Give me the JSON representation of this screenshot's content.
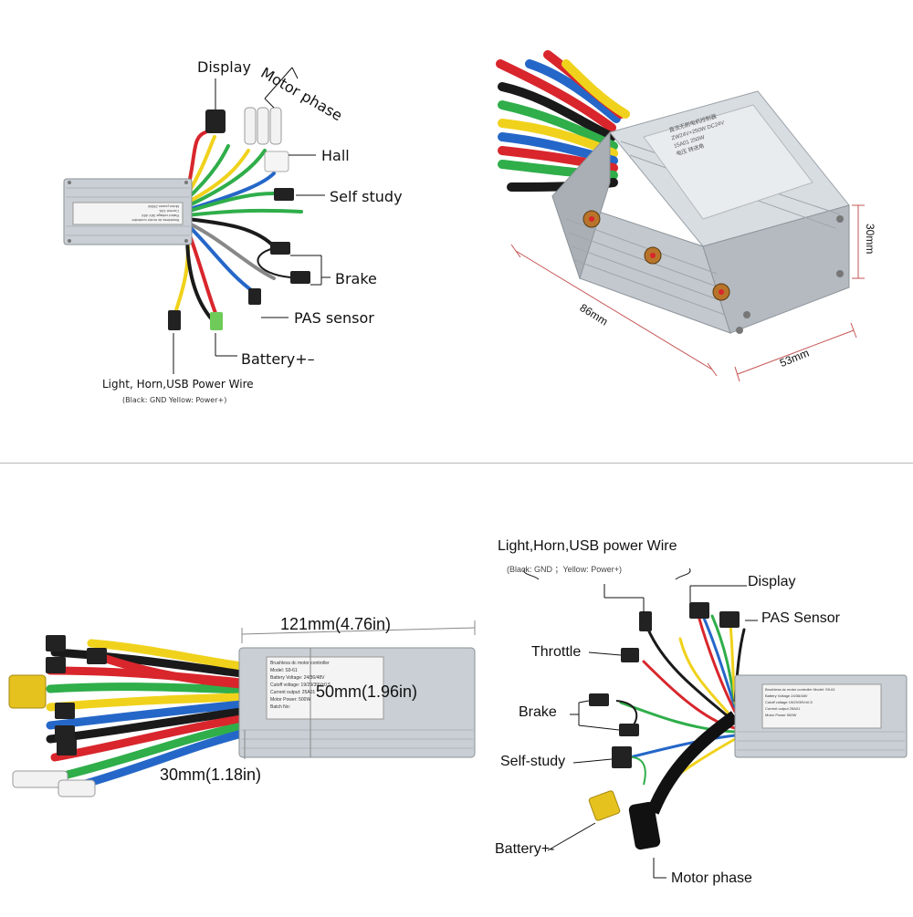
{
  "panels": {
    "top_left": {
      "labels": {
        "display": "Display",
        "motor_phase": "Motor phase",
        "hall": "Hall",
        "self_study": "Self study",
        "brake": "Brake",
        "pas_sensor": "PAS sensor",
        "battery": "Battery+–",
        "light_wire": "Light, Horn,USB Power Wire",
        "light_wire_note": "(Black: GND Yellow: Power+)"
      },
      "sticker_lines": [
        "Brushless dc motor controller",
        "Rated voltage 36V 48V",
        "Current 15A",
        "Motor power 250W"
      ]
    },
    "top_right": {
      "dims": {
        "length": "86mm",
        "width": "53mm",
        "height": "30mm"
      },
      "sticker_lines": [
        "直流无刷电机控制器",
        "ZW24V×250W",
        "DC24V",
        "250W",
        "15A01",
        "电压",
        "转进角"
      ]
    },
    "bottom_left": {
      "dims": {
        "length": "121mm(4.76in)",
        "width": "50mm(1.96in)",
        "height": "30mm(1.18in)"
      },
      "sticker": {
        "title": "Brushless dc motor controller",
        "model": "Model: S9-61",
        "battery_voltage": "Battery Voltage: 24/36/48V",
        "cutoff": "Cutoff voltage: 19/29/39V±0.5",
        "current": "Current output: 25A01",
        "power": "Motor Power: 500W",
        "batch": "Batch No:"
      }
    },
    "bottom_right": {
      "labels": {
        "light_wire": "Light,Horn,USB power Wire",
        "light_wire_note": "(Black: GND ；Yellow: Power+)",
        "display": "Display",
        "pas_sensor": "PAS Sensor",
        "throttle": "Throttle",
        "brake": "Brake",
        "self_study": "Self-study",
        "battery": "Battery+-",
        "motor_phase": "Motor phase"
      },
      "sticker": {
        "title": "Brushless dc motor controller",
        "model": "Model: S9-61",
        "lines": [
          "Battery Voltage 24/36/48V",
          "Cutoff voltage 19/29/39V±0.5",
          "Current output 25A01",
          "Motor Power 500W"
        ]
      }
    }
  },
  "colors": {
    "case": "#c9cfd4",
    "wire_red": "#d8262c",
    "wire_yellow": "#f0d21c",
    "wire_green": "#2fae4a",
    "wire_blue": "#2567c8",
    "wire_black": "#1a1a1a",
    "wire_white": "#eeeeee"
  }
}
